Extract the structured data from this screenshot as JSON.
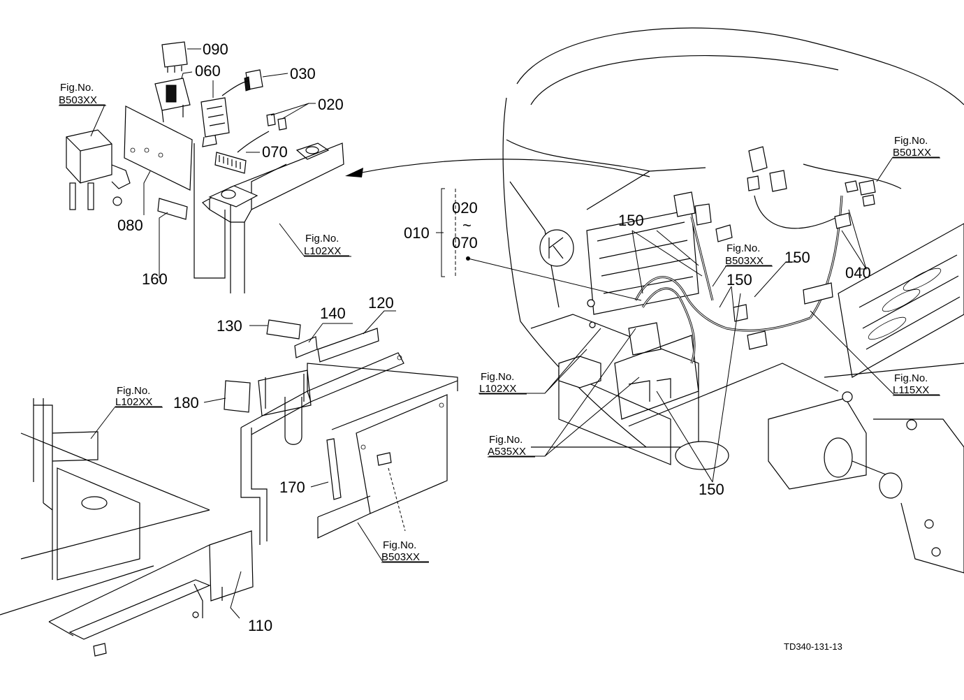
{
  "fig_label": "Fig.No.",
  "fig_refs": {
    "b503_top_left": "B503XX",
    "l102_upper": "L102XX",
    "b501": "B501XX",
    "b503_right": "B503XX",
    "l102_right": "L102XX",
    "a535": "A535XX",
    "l115": "L115XX",
    "l102_lower_left": "L102XX",
    "b503_lower": "B503XX"
  },
  "part_numbers": {
    "p090": "090",
    "p060": "060",
    "p030": "030",
    "p020": "020",
    "p070": "070",
    "p080": "080",
    "p160": "160",
    "p130": "130",
    "p140": "140",
    "p120": "120",
    "p180": "180",
    "p170": "170",
    "p110": "110",
    "p010": "010",
    "range_start": "020",
    "range_sep": "~",
    "range_end": "070",
    "p150_a": "150",
    "p150_b": "150",
    "p150_c": "150",
    "p150_d": "150",
    "p040": "040"
  },
  "drawing_code": "TD340-131-13"
}
